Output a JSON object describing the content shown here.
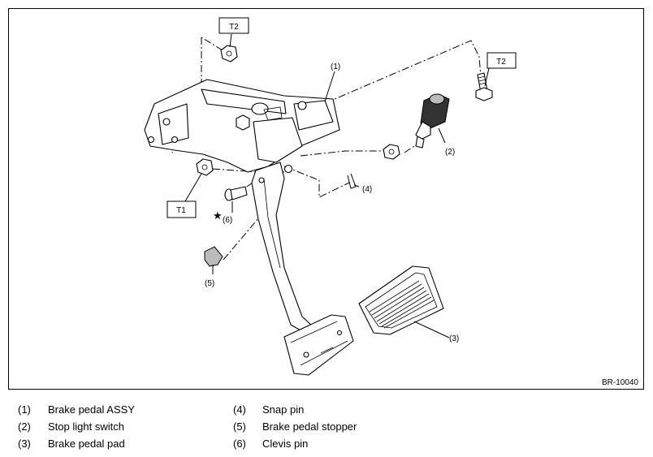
{
  "figure": {
    "code": "BR-10040",
    "torque_labels": {
      "t1": "T1",
      "t2_top": "T2",
      "t2_right": "T2"
    },
    "callouts": {
      "c1": "(1)",
      "c2": "(2)",
      "c3": "(3)",
      "c4": "(4)",
      "c5": "(5)",
      "c6": "(6)"
    },
    "star": "★"
  },
  "legend": {
    "items": [
      {
        "num": "(1)",
        "label": "Brake pedal ASSY"
      },
      {
        "num": "(2)",
        "label": "Stop light switch"
      },
      {
        "num": "(3)",
        "label": "Brake pedal pad"
      },
      {
        "num": "(4)",
        "label": "Snap pin"
      },
      {
        "num": "(5)",
        "label": "Brake pedal stopper"
      },
      {
        "num": "(6)",
        "label": "Clevis pin"
      }
    ]
  }
}
